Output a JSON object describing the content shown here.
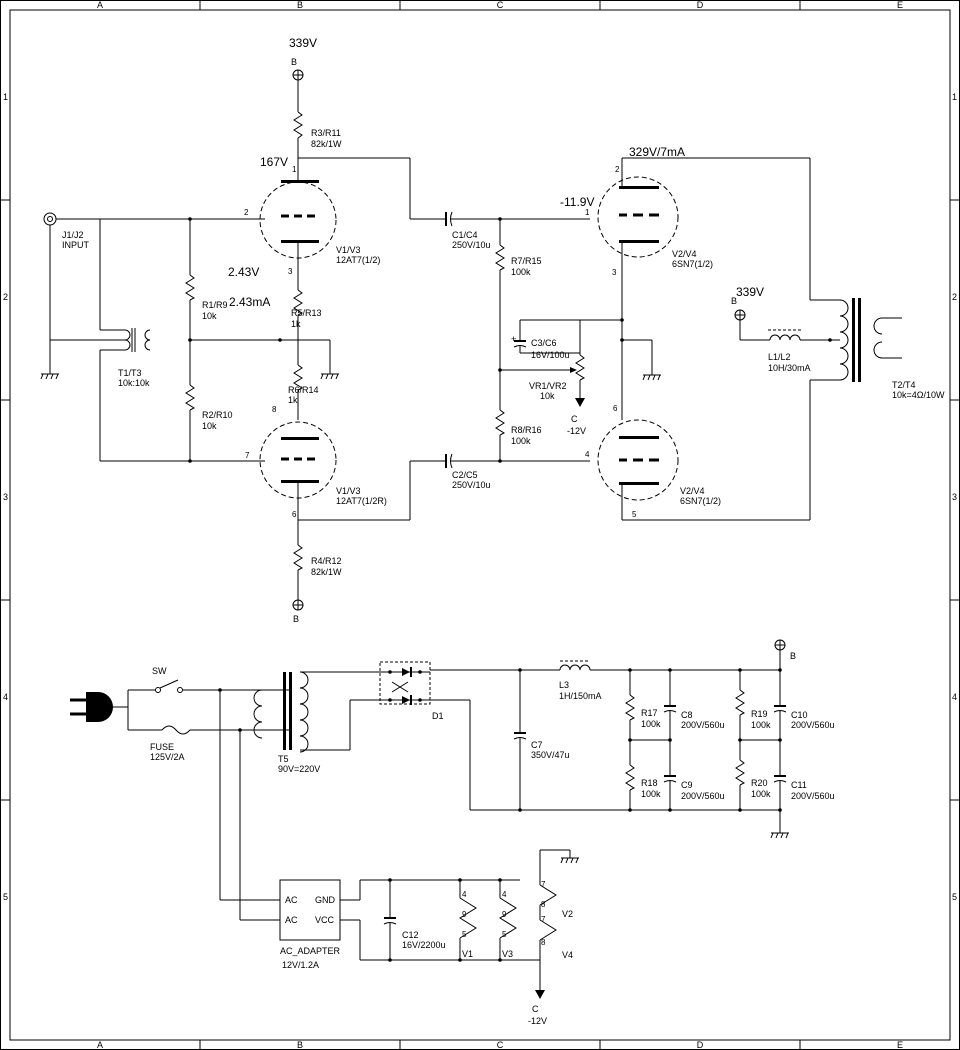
{
  "grid": {
    "cols": [
      "A",
      "B",
      "C",
      "D",
      "E"
    ],
    "rows": [
      "1",
      "2",
      "3",
      "4",
      "5"
    ]
  },
  "input": {
    "jack": "J1/J2",
    "jack_label": "INPUT",
    "xfmr": "T1/T3",
    "xfmr_value": "10k:10k"
  },
  "stage1": {
    "supply": "339V",
    "supply_node": "B",
    "r3": "R3/R11",
    "r3_v": "82k/1W",
    "plate_v": "167V",
    "tube_top": "V1/V3",
    "tube_top_v": "12AT7(1/2)",
    "cathode_v": "2.43V",
    "cathode_i": "2.43mA",
    "r1": "R1/R9",
    "r1_v": "10k",
    "r2": "R2/R10",
    "r2_v": "10k",
    "r5": "R5/R13",
    "r5_v": "1k",
    "r6": "R6/R14",
    "r6_v": "1k",
    "tube_bot": "V1/V3",
    "tube_bot_v": "12AT7(1/2R)",
    "r4": "R4/R12",
    "r4_v": "82k/1W",
    "bottom_node": "B",
    "pins": {
      "p1": "1",
      "p2": "2",
      "p3": "3",
      "p8": "8",
      "p7": "7",
      "p6": "6"
    }
  },
  "coupling": {
    "c1": "C1/C4",
    "c1_v": "250V/10u",
    "c2": "C2/C5",
    "c2_v": "250V/10u",
    "r7": "R7/R15",
    "r7_v": "100k",
    "r8": "R8/R16",
    "r8_v": "100k",
    "c3": "C3/C6",
    "c3_v": "16V/100u",
    "vr": "VR1/VR2",
    "vr_v": "10k",
    "bias_node": "C",
    "bias_v": "-12V"
  },
  "stage2": {
    "plate_vi": "329V/7mA",
    "grid_v": "-11.9V",
    "tube_top": "V2/V4",
    "tube_top_v": "6SN7(1/2)",
    "tube_bot": "V2/V4",
    "tube_bot_v": "6SN7(1/2)",
    "pins": {
      "p2": "2",
      "p1": "1",
      "p3": "3",
      "p6": "6",
      "p4": "4",
      "p5": "5"
    }
  },
  "output": {
    "supply": "339V",
    "supply_node": "B",
    "choke": "L1/L2",
    "choke_v": "10H/30mA",
    "xfmr": "T2/T4",
    "xfmr_v": "10k=4Ω/10W"
  },
  "psu": {
    "sw": "SW",
    "fuse": "FUSE",
    "fuse_v": "125V/2A",
    "t5": "T5",
    "t5_v": "90V=220V",
    "d1": "D1",
    "c7": "C7",
    "c7_v": "350V/47u",
    "l3": "L3",
    "l3_v": "1H/150mA",
    "r17": "R17",
    "r17_v": "100k",
    "r18": "R18",
    "r18_v": "100k",
    "c8": "C8",
    "c8_v": "200V/560u",
    "c9": "C9",
    "c9_v": "200V/560u",
    "r19": "R19",
    "r19_v": "100k",
    "r20": "R20",
    "r20_v": "100k",
    "c10": "C10",
    "c10_v": "200V/560u",
    "c11": "C11",
    "c11_v": "200V/560u",
    "node": "B"
  },
  "heater": {
    "adapter": "AC_ADAPTER",
    "adapter_v": "12V/1.2A",
    "ac1": "AC",
    "ac2": "AC",
    "gnd": "GND",
    "vcc": "VCC",
    "c12": "C12",
    "c12_v": "16V/2200u",
    "v1": "V1",
    "v3": "V3",
    "v2": "V2",
    "v4": "V4",
    "p4a": "4",
    "p9a": "9",
    "p5a": "5",
    "p4b": "4",
    "p9b": "9",
    "p5b": "5",
    "p7a": "7",
    "p8a": "8",
    "p7b": "7",
    "p8b": "8",
    "node": "C",
    "node_v": "-12V"
  }
}
